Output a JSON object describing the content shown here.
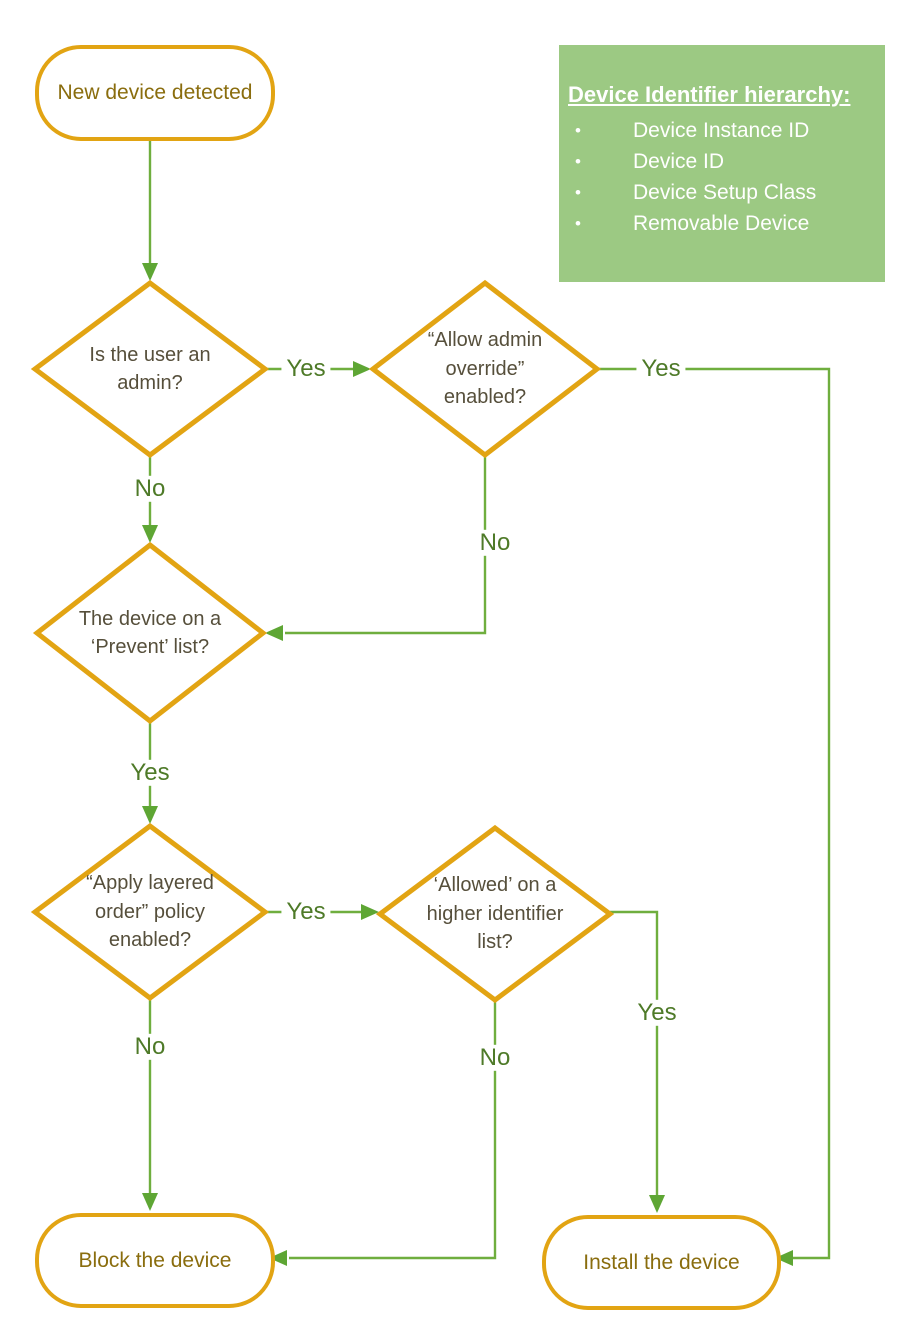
{
  "flowchart": {
    "start": {
      "label": "New device detected"
    },
    "legend": {
      "title": "Device Identifier hierarchy:",
      "bullet": "•",
      "items": [
        "Device Instance ID",
        "Device ID",
        "Device Setup Class",
        "Removable Device"
      ]
    },
    "decisions": {
      "admin": {
        "label": "Is the user an admin?"
      },
      "override": {
        "label": "“Allow admin override” enabled?"
      },
      "prevent": {
        "label": "The device on a ‘Prevent’ list?"
      },
      "layered": {
        "label": "“Apply layered order” policy enabled?"
      },
      "allowed": {
        "label": "‘Allowed’ on a higher identifier list?"
      }
    },
    "terminals": {
      "block": {
        "label": "Block the device"
      },
      "install": {
        "label": "Install the device"
      }
    },
    "edges": {
      "admin_yes": "Yes",
      "admin_no": "No",
      "override_yes": "Yes",
      "override_no": "No",
      "prevent_yes": "Yes",
      "layered_yes": "Yes",
      "layered_no": "No",
      "allowed_yes": "Yes",
      "allowed_no": "No"
    },
    "colors": {
      "node_border": "#E2A413",
      "terminal_text": "#8A6D0E",
      "decision_text": "#564F3B",
      "connector": "#6FAE3E",
      "edge_label_text": "#4E7A28",
      "legend_bg": "#9CC983",
      "legend_text": "#FFFFFF",
      "background": "#FFFFFF"
    }
  }
}
